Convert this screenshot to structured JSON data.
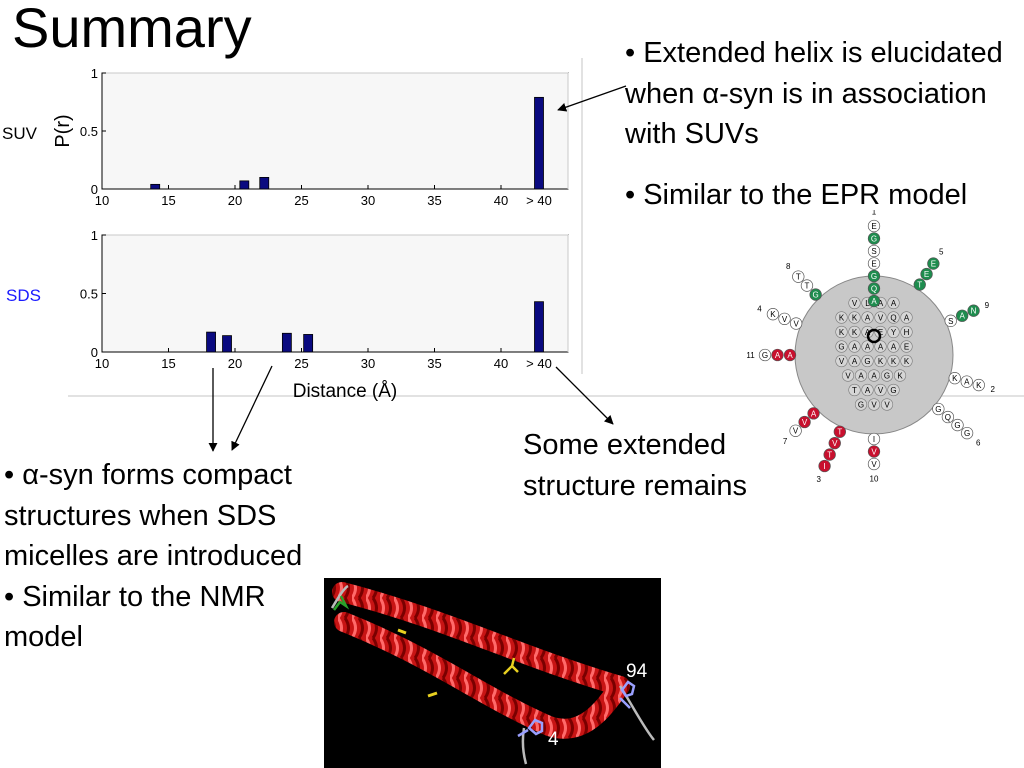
{
  "slide": {
    "title": "Summary",
    "right_bullets": [
      "• Extended helix is elucidated when α-syn is in association with SUVs",
      "• Similar to the EPR model"
    ],
    "left_bullets": [
      "• α-syn forms compact structures when SDS micelles are introduced",
      "• Similar to the NMR model"
    ],
    "extended_note_lines": [
      "Some extended",
      "structure remains"
    ]
  },
  "chart_data": [
    {
      "type": "bar",
      "panel": "SUV",
      "row_label": "SUV",
      "ylabel": "P(r)",
      "xlabel": "",
      "x_ticks": [
        "10",
        "15",
        "20",
        "25",
        "30",
        "35",
        "40",
        "> 40"
      ],
      "y_ticks": [
        "0",
        "0.5",
        "1"
      ],
      "ylim": [
        0,
        1
      ],
      "bars": [
        {
          "x": 14,
          "value": 0.04
        },
        {
          "x": 20.7,
          "value": 0.07
        },
        {
          "x": 22.2,
          "value": 0.1
        },
        {
          "x": "> 40",
          "value": 0.79
        }
      ],
      "colors": {
        "bar": "#0a0a80",
        "row_label": "#000000"
      }
    },
    {
      "type": "bar",
      "panel": "SDS",
      "row_label": "SDS",
      "ylabel": "",
      "xlabel": "Distance (Å)",
      "x_ticks": [
        "10",
        "15",
        "20",
        "25",
        "30",
        "35",
        "40",
        "> 40"
      ],
      "y_ticks": [
        "0",
        "0.5",
        "1"
      ],
      "ylim": [
        0,
        1
      ],
      "bars": [
        {
          "x": 18.2,
          "value": 0.17
        },
        {
          "x": 19.4,
          "value": 0.14
        },
        {
          "x": 23.9,
          "value": 0.16
        },
        {
          "x": 25.5,
          "value": 0.15
        },
        {
          "x": "> 40",
          "value": 0.43
        }
      ],
      "colors": {
        "bar": "#0a0a80",
        "row_label": "#1a1aff"
      }
    }
  ],
  "nmr_model": {
    "residue_labels": [
      "94",
      "4"
    ]
  },
  "epr_wheel": {
    "center_rows": [
      [
        "V",
        "L",
        "A",
        "A"
      ],
      [
        "K",
        "K",
        "A",
        "V",
        "Q",
        "A"
      ],
      [
        "K",
        "K",
        "A",
        "E",
        "Y",
        "H"
      ],
      [
        "G",
        "A",
        "A",
        "A",
        "A",
        "E"
      ],
      [
        "V",
        "A",
        "G",
        "K",
        "K",
        "K"
      ],
      [
        "V",
        "A",
        "A",
        "G",
        "K"
      ],
      [
        "T",
        "A",
        "V",
        "G"
      ],
      [
        "G",
        "V",
        "V"
      ]
    ],
    "spokes": [
      {
        "n": "1",
        "residues": [
          "A",
          "Q",
          "G",
          "E",
          "S",
          "G",
          "E"
        ],
        "colors": [
          "g",
          "g",
          "g",
          "w",
          "w",
          "g",
          "w"
        ]
      },
      {
        "n": "5",
        "residues": [
          "T",
          "E",
          "E"
        ],
        "colors": [
          "g",
          "g",
          "g"
        ]
      },
      {
        "n": "9",
        "residues": [
          "S",
          "A",
          "N"
        ],
        "colors": [
          "w",
          "g",
          "g"
        ]
      },
      {
        "n": "2",
        "residues": [
          "K",
          "A",
          "K"
        ],
        "colors": [
          "w",
          "w",
          "w"
        ]
      },
      {
        "n": "6",
        "residues": [
          "G",
          "Q",
          "G",
          "G"
        ],
        "colors": [
          "w",
          "w",
          "w",
          "w"
        ]
      },
      {
        "n": "10",
        "residues": [
          "I",
          "V",
          "V"
        ],
        "colors": [
          "w",
          "r",
          "w"
        ]
      },
      {
        "n": "3",
        "residues": [
          "T",
          "V",
          "T",
          "I"
        ],
        "colors": [
          "r",
          "r",
          "r",
          "r"
        ]
      },
      {
        "n": "7",
        "residues": [
          "A",
          "V",
          "V"
        ],
        "colors": [
          "r",
          "r",
          "w"
        ]
      },
      {
        "n": "11",
        "residues": [
          "A",
          "A",
          "G"
        ],
        "colors": [
          "r",
          "r",
          "w"
        ]
      },
      {
        "n": "4",
        "residues": [
          "V",
          "V",
          "K"
        ],
        "colors": [
          "w",
          "w",
          "w"
        ]
      },
      {
        "n": "8",
        "residues": [
          "G",
          "T",
          "T"
        ],
        "colors": [
          "g",
          "w",
          "w"
        ]
      }
    ],
    "colors": {
      "g": "#1e8c4e",
      "r": "#c8102e",
      "w": "#ffffff",
      "disc": "#c8c8c8"
    }
  }
}
